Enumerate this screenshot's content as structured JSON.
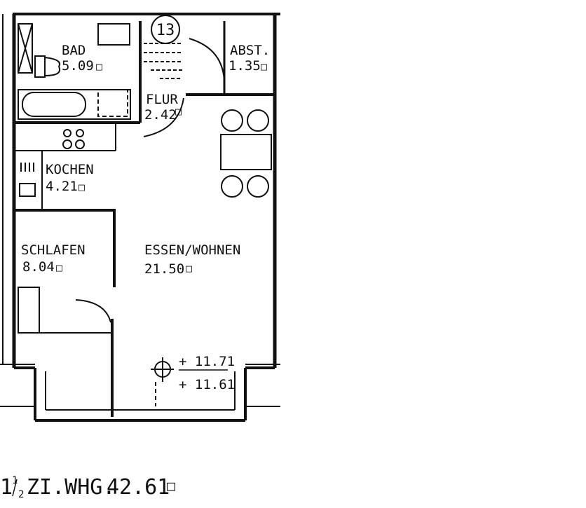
{
  "unit_number": "13",
  "rooms": {
    "bad": {
      "name": "BAD",
      "area": "5.09"
    },
    "abst": {
      "name": "ABST.",
      "area": "1.35"
    },
    "flur": {
      "name": "FLUR",
      "area": "2.42"
    },
    "kochen": {
      "name": "KOCHEN",
      "area": "4.21"
    },
    "schlafen": {
      "name": "SCHLAFEN",
      "area": "8.04"
    },
    "essen_wohnen": {
      "name": "ESSEN/WOHNEN",
      "area": "21.50"
    }
  },
  "elevations": {
    "upper": "+ 11.71",
    "lower": "+ 11.61"
  },
  "area_unit_symbol": "□",
  "summary": {
    "fraction_whole": "1",
    "fraction_num": "1",
    "fraction_den": "2",
    "label": "ZI.WHG.",
    "total_area": "42.61"
  }
}
